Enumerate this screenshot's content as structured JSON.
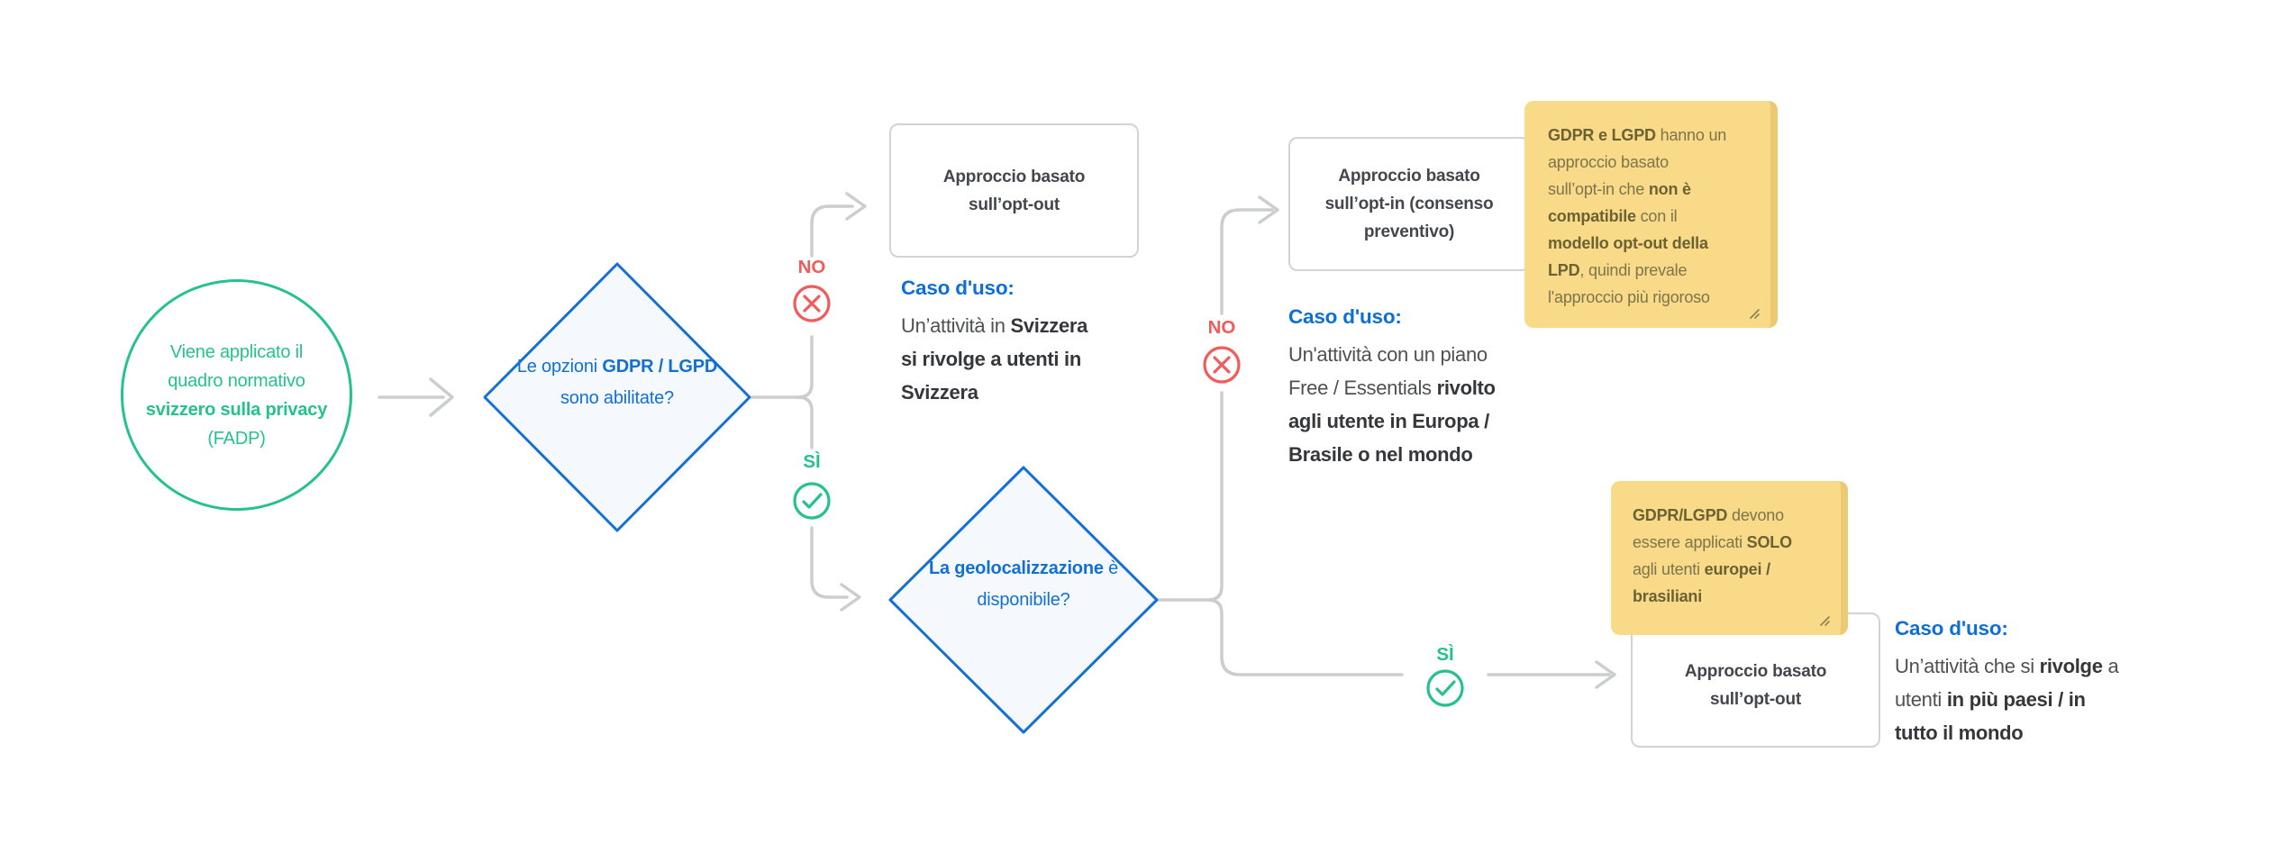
{
  "diagram_title": "Flowchart: applicazione del quadro normativo svizzero sulla privacy (FADP) rispetto a GDPR / LGPD",
  "colors": {
    "green_accent": "#25c28b",
    "blue_accent": "#1270d4",
    "use_case_heading_blue": "#0d6fd6",
    "red_accent": "#f15b5b",
    "connector_gray": "#cbcdcf",
    "box_border_gray": "#d3d3d3",
    "box_text": "#43464a",
    "body_text": "#4e5052",
    "body_text_bold": "#35373a",
    "note_background": "#f8da88",
    "note_fold_edge": "#ecca74",
    "note_text": "#7d744d",
    "note_text_bold": "#6b6133",
    "diamond_fill": "#f5f9fd"
  },
  "icons": {
    "branch_no": "x-circle-icon",
    "branch_yes": "check-circle-icon",
    "connector": "arrow-right-icon",
    "note_corner": "resize-handle-icon"
  },
  "start_node": {
    "line_1": "Viene applicato il",
    "line_2": "quadro normativo",
    "line_3": "svizzero sulla privacy",
    "line_4": "(FADP)"
  },
  "decision_1": {
    "text_1": "Le opzioni ",
    "text_bold": "GDPR / LGPD",
    "text_2": " sono abilitate?"
  },
  "decision_2": {
    "text_bold": "La geolocalizzazione",
    "text_1": " è disponibile?"
  },
  "branch_labels": {
    "no": "NO",
    "yes": "SÌ"
  },
  "outcome_boxes": {
    "opt_out_top": "Approccio basato sull’opt-out",
    "opt_in": "Approccio basato sull’opt-in (consenso preventivo)",
    "opt_out_bottom": "Approccio basato sull’opt-out"
  },
  "use_case_1": {
    "heading": "Caso d'uso:",
    "l1_rest": "Un’attività in ",
    "l1_bold": "Svizzera",
    "l2_bold": "si rivolge a utenti in",
    "l3_bold": "Svizzera"
  },
  "use_case_2": {
    "heading": "Caso d'uso:",
    "l1_rest": "Un'attività con un piano",
    "l2_rest": "Free / Essentials ",
    "l2_bold": "rivolto",
    "l3_bold": "agli utente in Europa /",
    "l4_bold": "Brasile o nel mondo"
  },
  "use_case_3": {
    "heading": "Caso d'uso:",
    "l1_rest": "Un’attività che si ",
    "l1_bold": "rivolge",
    "l1_tail": " a",
    "l2_rest": "utenti ",
    "l2_bold": "in più paesi / in",
    "l3_bold": "tutto il mondo"
  },
  "note_1": {
    "l1_bold": "GDPR e LGPD",
    "l1_rest": " hanno un",
    "l2_rest": "approccio basato",
    "l3_rest": "sull’opt-in che ",
    "l3_bold": "non è",
    "l4_bold": "compatibile",
    "l4_rest": " con il",
    "l5_bold": "modello opt-out della",
    "l6_bold": "LPD",
    "l6_rest": ", quindi prevale",
    "l7_rest": "l'approccio più rigoroso"
  },
  "note_2": {
    "l1_bold": "GDPR/LGPD",
    "l1_rest": " devono",
    "l2_rest": "essere applicati ",
    "l2_bold": "SOLO",
    "l3_rest": "agli utenti ",
    "l3_bold": "europei /",
    "l4_bold": "brasiliani"
  }
}
